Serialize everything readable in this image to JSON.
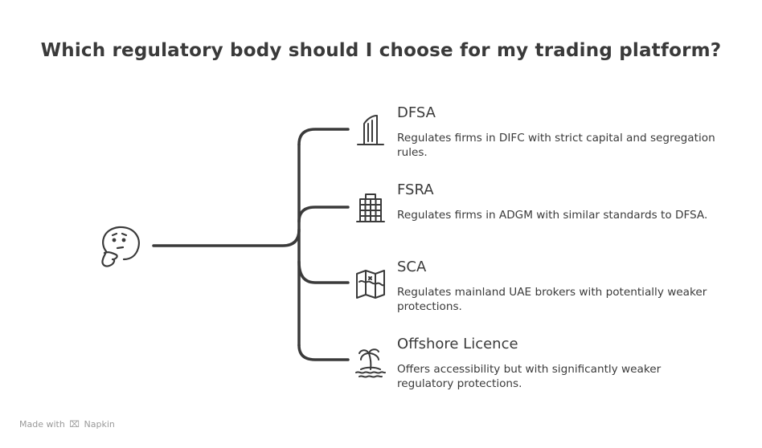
{
  "title": "Which regulatory body should I choose for my trading platform?",
  "root_icon": "thinking-face-icon",
  "branches": [
    {
      "title": "DFSA",
      "description": "Regulates firms in DIFC with strict capital and segregation rules.",
      "icon": "skyscraper-icon"
    },
    {
      "title": "FSRA",
      "description": "Regulates firms in ADGM with similar standards to DFSA.",
      "icon": "office-building-icon"
    },
    {
      "title": "SCA",
      "description": "Regulates mainland UAE brokers with potentially weaker protections.",
      "icon": "map-icon"
    },
    {
      "title": "Offshore Licence",
      "description": "Offers accessibility but with significantly weaker regulatory protections.",
      "icon": "palm-island-icon"
    }
  ],
  "footer": {
    "made_with": "Made with",
    "brand": "Napkin"
  },
  "colors": {
    "ink": "#3a3a3a",
    "footer": "#9a9a9a",
    "background": "#ffffff"
  }
}
